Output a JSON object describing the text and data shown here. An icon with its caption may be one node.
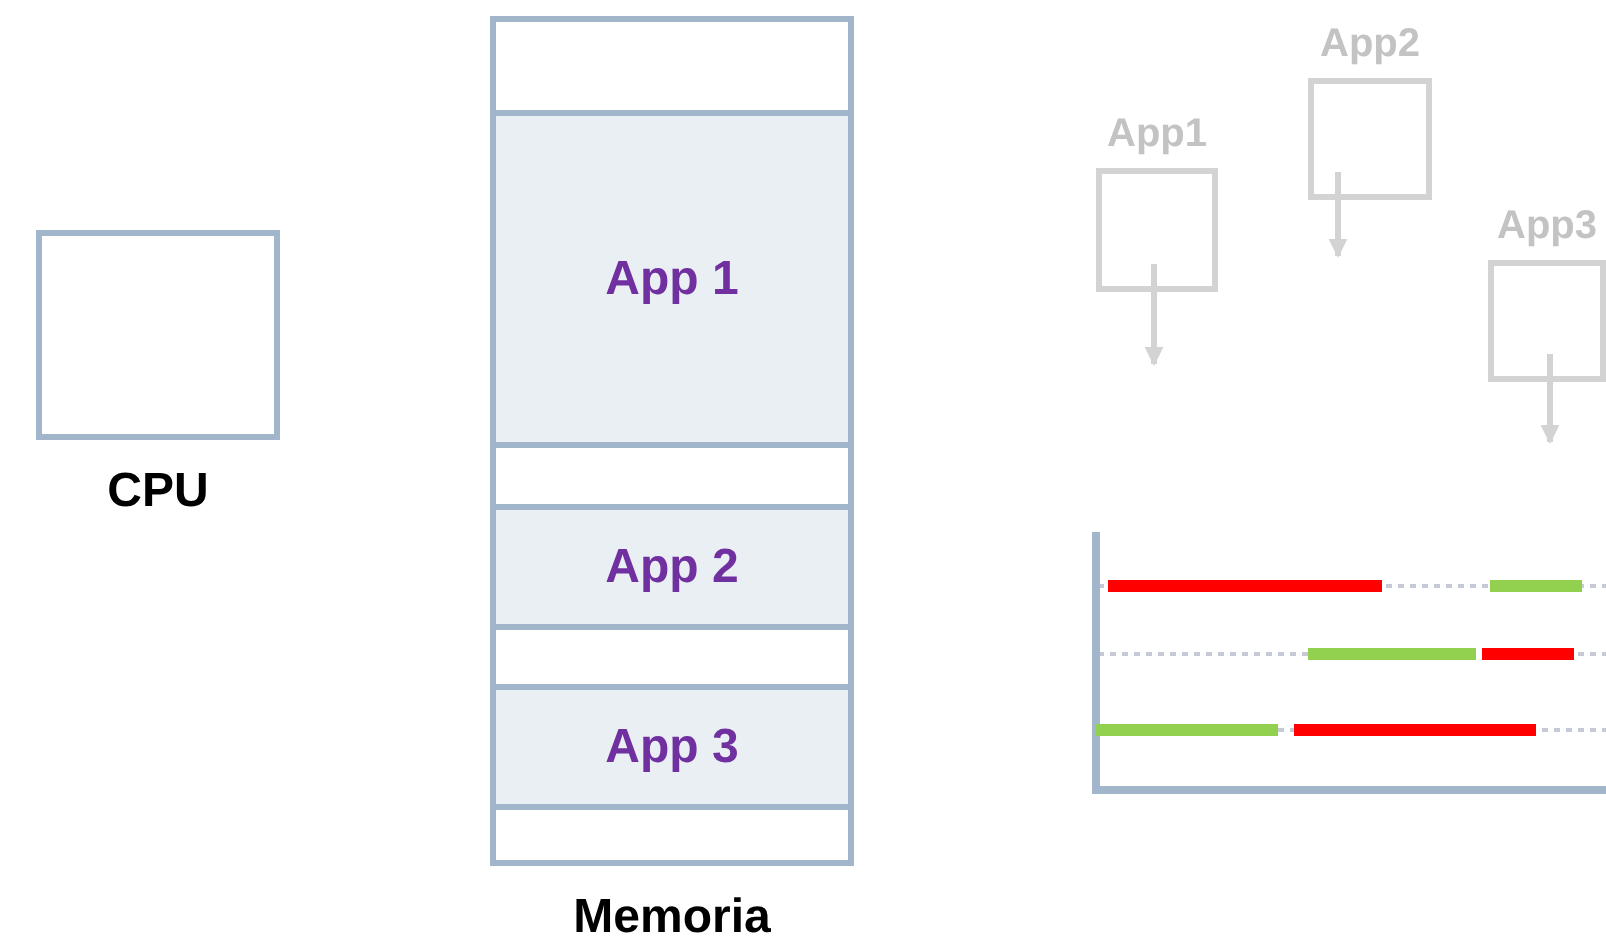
{
  "diagram": {
    "nodes": [
      {
        "text": [
          "CPU"
        ]
      },
      {
        "text": [
          "Memoria"
        ]
      },
      {
        "text": [],
        "shape": "box",
        "in": 1
      },
      {
        "text": [
          "App 1"
        ],
        "in": 1
      },
      {
        "text": [],
        "shape": "box",
        "in": 1
      },
      {
        "text": [
          "App 2"
        ],
        "in": 1
      },
      {
        "text": [],
        "shape": "box",
        "in": 1
      },
      {
        "text": [
          "App 3"
        ],
        "in": 1
      },
      {
        "text": [],
        "shape": "box",
        "in": 1
      },
      {
        "text": [
          "App1"
        ]
      },
      {
        "text": [
          "App2"
        ]
      },
      {
        "text": [
          "App3"
        ]
      }
    ],
    "edges": [
      {
        "from": 9,
        "to": null,
        "arrow": "to"
      },
      {
        "from": 10,
        "to": null,
        "arrow": "to"
      },
      {
        "from": 11,
        "to": null,
        "arrow": "to"
      }
    ]
  }
}
